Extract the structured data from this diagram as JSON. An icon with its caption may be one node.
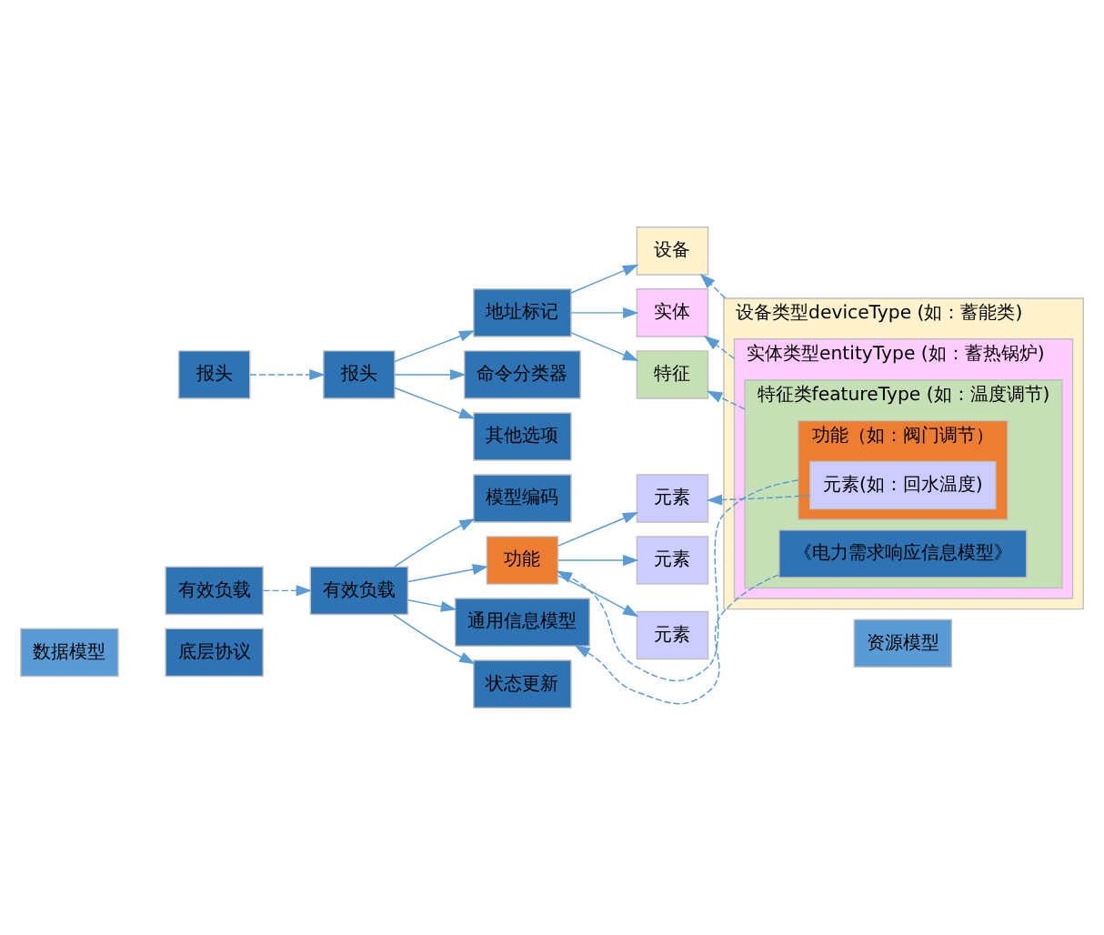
{
  "diagram": {
    "nodes": [
      {
        "text": [
          "数据模型"
        ]
      },
      {
        "text": [
          "底层协议"
        ]
      },
      {
        "text": [
          "报头"
        ]
      },
      {
        "text": [
          "有效负载"
        ]
      },
      {
        "text": [
          "报头"
        ]
      },
      {
        "text": [
          "地址标记"
        ]
      },
      {
        "text": [
          "命令分类器"
        ]
      },
      {
        "text": [
          "其他选项"
        ]
      },
      {
        "text": [
          "设备"
        ]
      },
      {
        "text": [
          "实体"
        ]
      },
      {
        "text": [
          "特征"
        ]
      },
      {
        "text": [
          "有效负载"
        ]
      },
      {
        "text": [
          "模型编码"
        ]
      },
      {
        "text": [
          "功能"
        ]
      },
      {
        "text": [
          "通用信息模型"
        ]
      },
      {
        "text": [
          "状态更新"
        ]
      },
      {
        "text": [
          "元素"
        ]
      },
      {
        "text": [
          "元素"
        ]
      },
      {
        "text": [
          "元素"
        ]
      },
      {
        "text": [
          "资源模型"
        ]
      },
      {
        "text": [
          "设备类型deviceType (如：蓄能类)"
        ]
      },
      {
        "text": [
          "实体类型entityType (如：蓄热锅炉)"
        ],
        "in": 20
      },
      {
        "text": [
          "特征类featureType (如：温度调节)"
        ],
        "in": 21
      },
      {
        "text": [
          "功能（如：阀门调节）"
        ],
        "in": 22
      },
      {
        "text": [
          "元素(如：回水温度)"
        ],
        "in": 23
      },
      {
        "text": [
          "《电力需求响应信息模型》"
        ],
        "in": 22
      }
    ],
    "edges": [
      {
        "from": 2,
        "to": 4,
        "arrow": "to",
        "style": "dashed"
      },
      {
        "from": 3,
        "to": 11,
        "arrow": "to",
        "style": "dashed"
      },
      {
        "from": 4,
        "to": 5,
        "arrow": "to"
      },
      {
        "from": 4,
        "to": 6,
        "arrow": "to"
      },
      {
        "from": 4,
        "to": 7,
        "arrow": "to"
      },
      {
        "from": 5,
        "to": 8,
        "arrow": "to"
      },
      {
        "from": 5,
        "to": 9,
        "arrow": "to"
      },
      {
        "from": 5,
        "to": 10,
        "arrow": "to"
      },
      {
        "from": 11,
        "to": 12,
        "arrow": "to"
      },
      {
        "from": 11,
        "to": 13,
        "arrow": "to"
      },
      {
        "from": 11,
        "to": 14,
        "arrow": "to"
      },
      {
        "from": 11,
        "to": 15,
        "arrow": "to"
      },
      {
        "from": 13,
        "to": 16,
        "arrow": "to"
      },
      {
        "from": 13,
        "to": 17,
        "arrow": "to"
      },
      {
        "from": 13,
        "to": 18,
        "arrow": "to"
      },
      {
        "from": 20,
        "to": 8,
        "arrow": "to",
        "style": "dashed"
      },
      {
        "from": 21,
        "to": 9,
        "arrow": "to",
        "style": "dashed"
      },
      {
        "from": 22,
        "to": 10,
        "arrow": "to",
        "style": "dashed"
      },
      {
        "from": 23,
        "to": 13,
        "arrow": "to",
        "style": "dashed"
      },
      {
        "from": 24,
        "to": 17,
        "arrow": "to",
        "style": "dashed"
      },
      {
        "from": 25,
        "to": 14,
        "arrow": "to",
        "style": "dashed"
      }
    ]
  }
}
